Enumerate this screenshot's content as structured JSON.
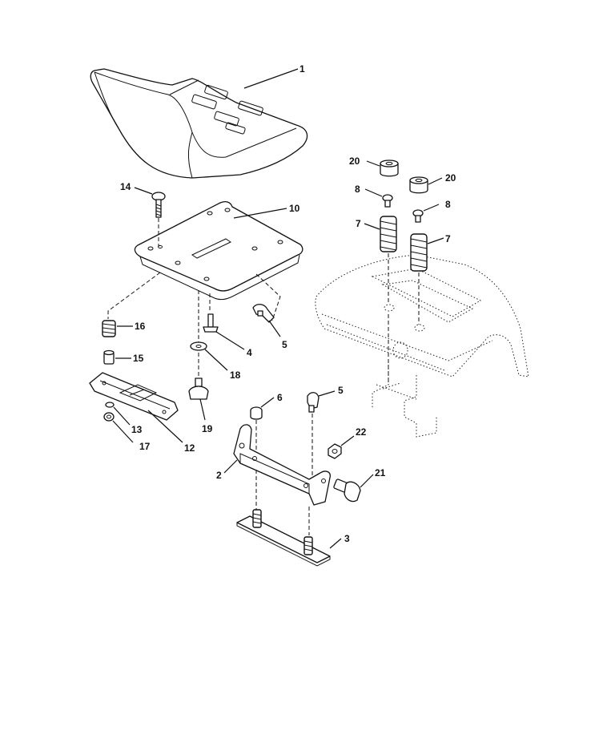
{
  "callouts": [
    {
      "id": "seat",
      "text": "1"
    },
    {
      "id": "bracket-2",
      "text": "2"
    },
    {
      "id": "plate-3",
      "text": "3"
    },
    {
      "id": "bolt-4",
      "text": "4"
    },
    {
      "id": "knob-5-left",
      "text": "5"
    },
    {
      "id": "knob-5-right",
      "text": "5"
    },
    {
      "id": "nut-6",
      "text": "6"
    },
    {
      "id": "spring-7-left",
      "text": "7"
    },
    {
      "id": "spring-7-right",
      "text": "7"
    },
    {
      "id": "bolt-8-left",
      "text": "8"
    },
    {
      "id": "bolt-8-right",
      "text": "8"
    },
    {
      "id": "seat-pan-10",
      "text": "10"
    },
    {
      "id": "slide-12",
      "text": "12"
    },
    {
      "id": "washer-13",
      "text": "13"
    },
    {
      "id": "bolt-14",
      "text": "14"
    },
    {
      "id": "spacer-15",
      "text": "15"
    },
    {
      "id": "spring-16",
      "text": "16"
    },
    {
      "id": "nut-17",
      "text": "17"
    },
    {
      "id": "washer-18",
      "text": "18"
    },
    {
      "id": "knob-19",
      "text": "19"
    },
    {
      "id": "bushing-20-left",
      "text": "20"
    },
    {
      "id": "bushing-20-right",
      "text": "20"
    },
    {
      "id": "screw-21",
      "text": "21"
    },
    {
      "id": "nut-22",
      "text": "22"
    }
  ]
}
